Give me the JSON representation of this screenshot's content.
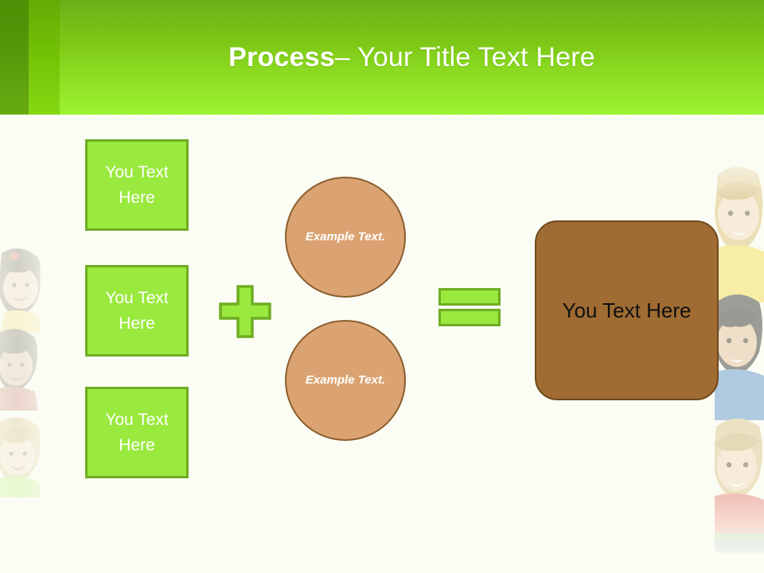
{
  "slide": {
    "background_color": "#FBFDF4",
    "header": {
      "title_bold": "Process",
      "title_regular": " – Your Title Text Here",
      "gradient_top": "#69B11A",
      "gradient_bottom": "#9CF331",
      "stripe_dark": "#4E8F05",
      "stripe_mid": "#74C306",
      "text_color": "#FFFFFF"
    },
    "inputs": {
      "accent_fill": "#9AE93E",
      "accent_border": "#6FAD23",
      "boxes": [
        {
          "label": "You Text Here"
        },
        {
          "label": "You Text Here"
        },
        {
          "label": "You Text Here"
        }
      ]
    },
    "operators": {
      "plus": "+",
      "equals": "="
    },
    "circles": {
      "fill": "#DBA372",
      "border": "#8B5E2E",
      "items": [
        {
          "label": "Example Text."
        },
        {
          "label": "Example Text."
        }
      ]
    },
    "result": {
      "label": "You Text Here",
      "fill": "#A06C33",
      "border": "#6E4A1F",
      "text_color": "#101010"
    },
    "decorations": {
      "photo_left_alt": "children-photo-left",
      "photo_right_alt": "children-photo-right"
    }
  }
}
